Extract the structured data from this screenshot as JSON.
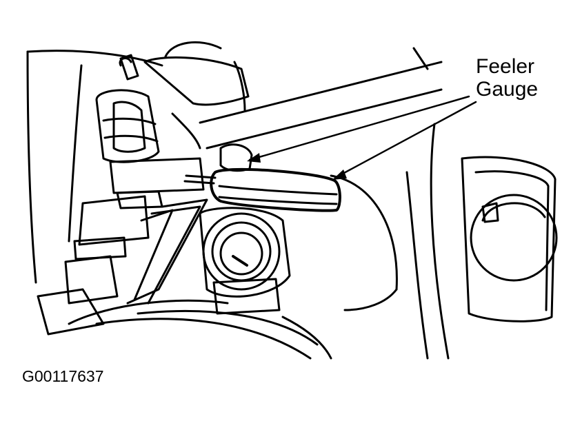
{
  "callout": {
    "line1": "Feeler",
    "line2": "Gauge"
  },
  "figure_id": "G00117637",
  "colors": {
    "ink": "#000000",
    "paper": "#ffffff"
  }
}
